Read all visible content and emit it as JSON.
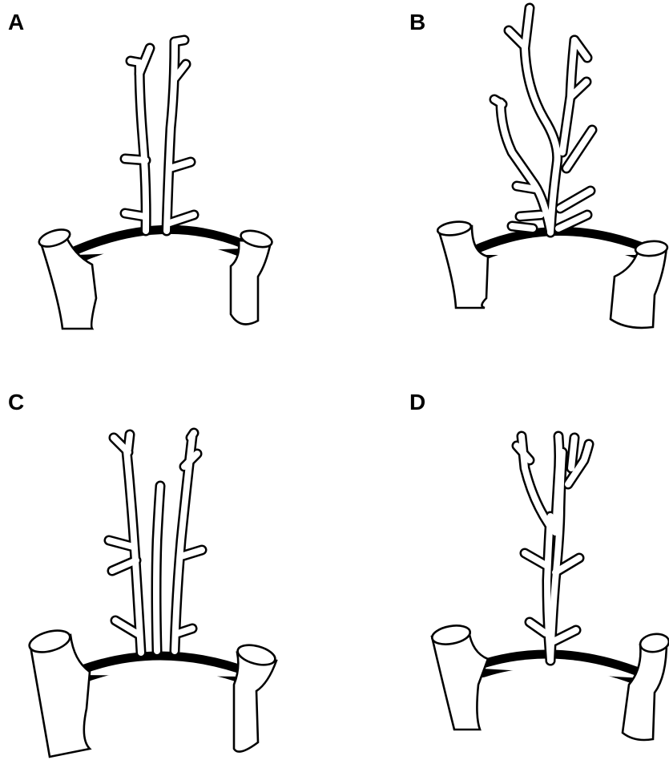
{
  "panels": [
    {
      "id": "a",
      "label": "A"
    },
    {
      "id": "b",
      "label": "B"
    },
    {
      "id": "c",
      "label": "C"
    },
    {
      "id": "d",
      "label": "D"
    }
  ],
  "colors": {
    "line": "#000000",
    "background": "#ffffff"
  }
}
